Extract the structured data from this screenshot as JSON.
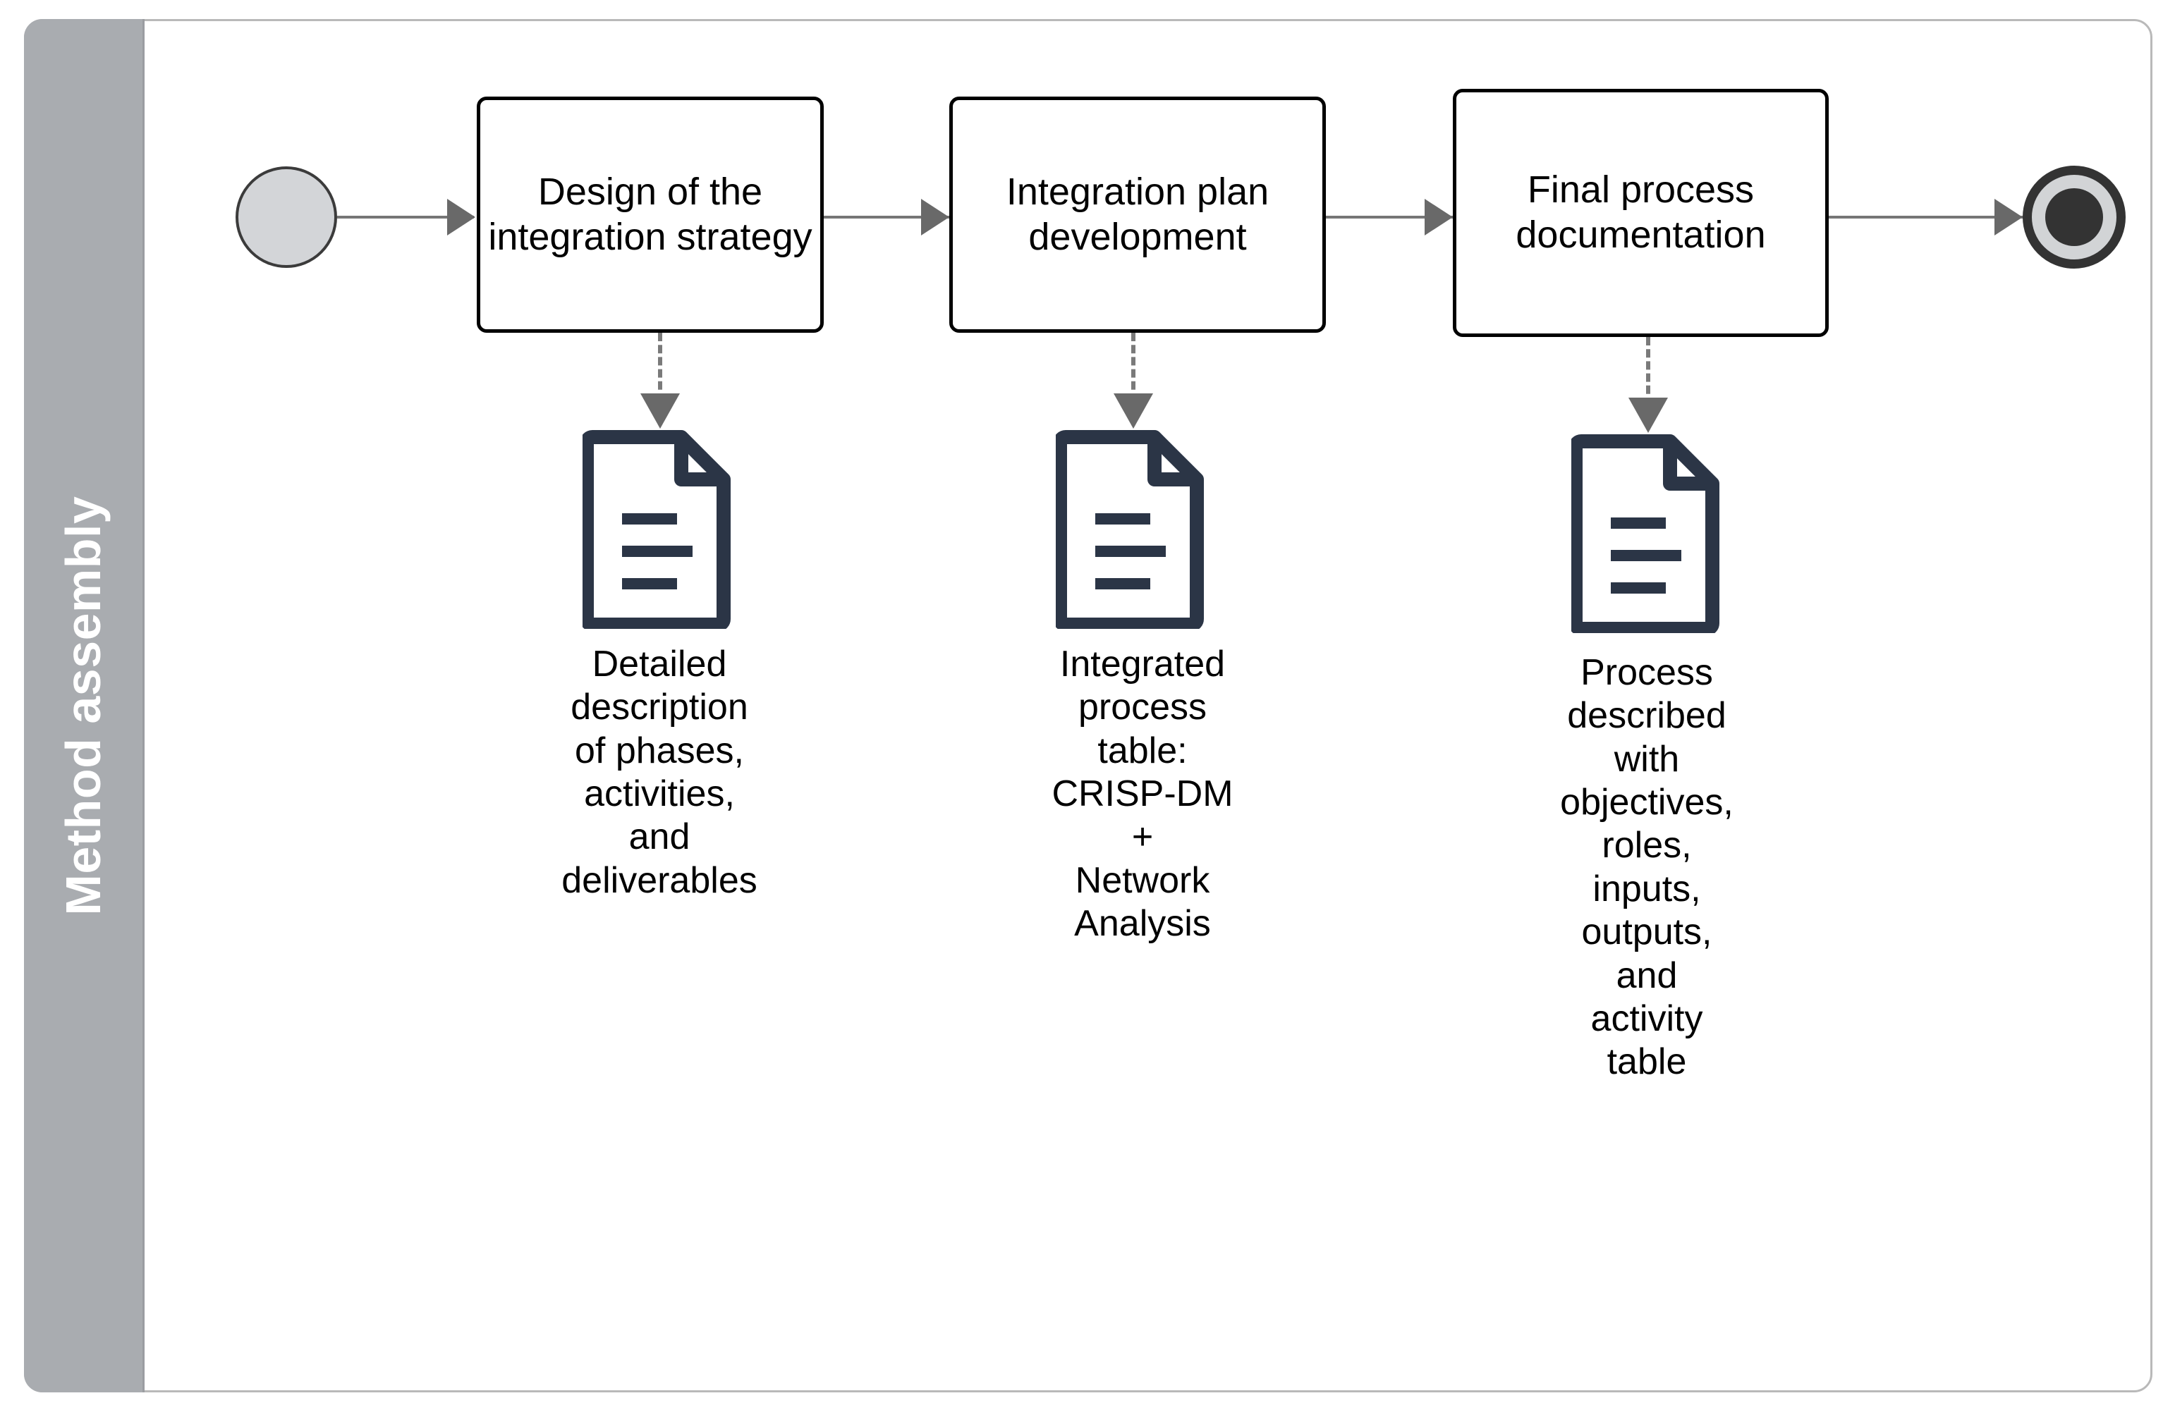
{
  "lane": {
    "title": "Method assembly",
    "background_color": "#a9acb0",
    "title_color": "#ffffff"
  },
  "frame": {
    "border_color": "#b9b9b9"
  },
  "nodes": {
    "start": {
      "name": "start-event",
      "fill_color": "#d3d5d8",
      "stroke_color": "#3b3b3b"
    },
    "end": {
      "name": "end-event",
      "ring_color": "#333333",
      "inner_color": "#d2d4d6",
      "core_color": "#333333"
    }
  },
  "activities": [
    {
      "label": "Design of the integration strategy"
    },
    {
      "label": "Integration plan development"
    },
    {
      "label": "Final process documentation"
    }
  ],
  "data_objects": [
    {
      "icon": "document-icon",
      "caption": "Detailed\ndescription\nof phases,\nactivities,\nand\ndeliverables",
      "color": "#2b3546"
    },
    {
      "icon": "document-icon",
      "caption": "Integrated\nprocess\ntable:\nCRISP-DM\n+\nNetwork\nAnalysis",
      "color": "#2b3546"
    },
    {
      "icon": "document-icon",
      "caption": "Process\ndescribed\nwith\nobjectives,\nroles,\ninputs,\noutputs,\nand\nactivity\ntable",
      "color": "#2b3546"
    }
  ],
  "connectors": {
    "sequence_flow_color": "#767676",
    "association_color": "#7a7a7a",
    "association_style": "dashed"
  }
}
